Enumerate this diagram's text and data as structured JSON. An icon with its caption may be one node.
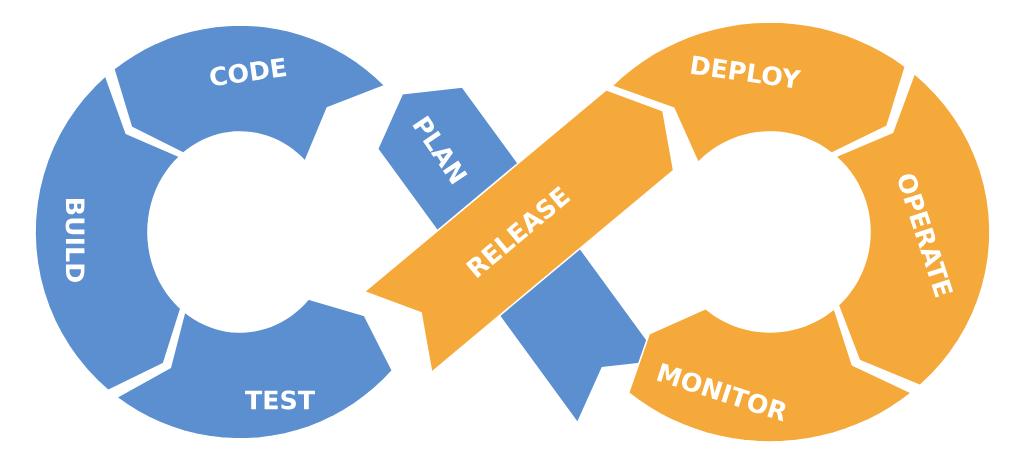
{
  "diagram": {
    "nodes": [
      {
        "text": [
          "PLAN"
        ]
      },
      {
        "text": [
          "CODE"
        ]
      },
      {
        "text": [
          "BUILD"
        ]
      },
      {
        "text": [
          "TEST"
        ]
      },
      {
        "text": [
          "RELEASE"
        ]
      },
      {
        "text": [
          "DEPLOY"
        ]
      },
      {
        "text": [
          "OPERATE"
        ]
      },
      {
        "text": [
          "MONITOR"
        ]
      }
    ]
  }
}
